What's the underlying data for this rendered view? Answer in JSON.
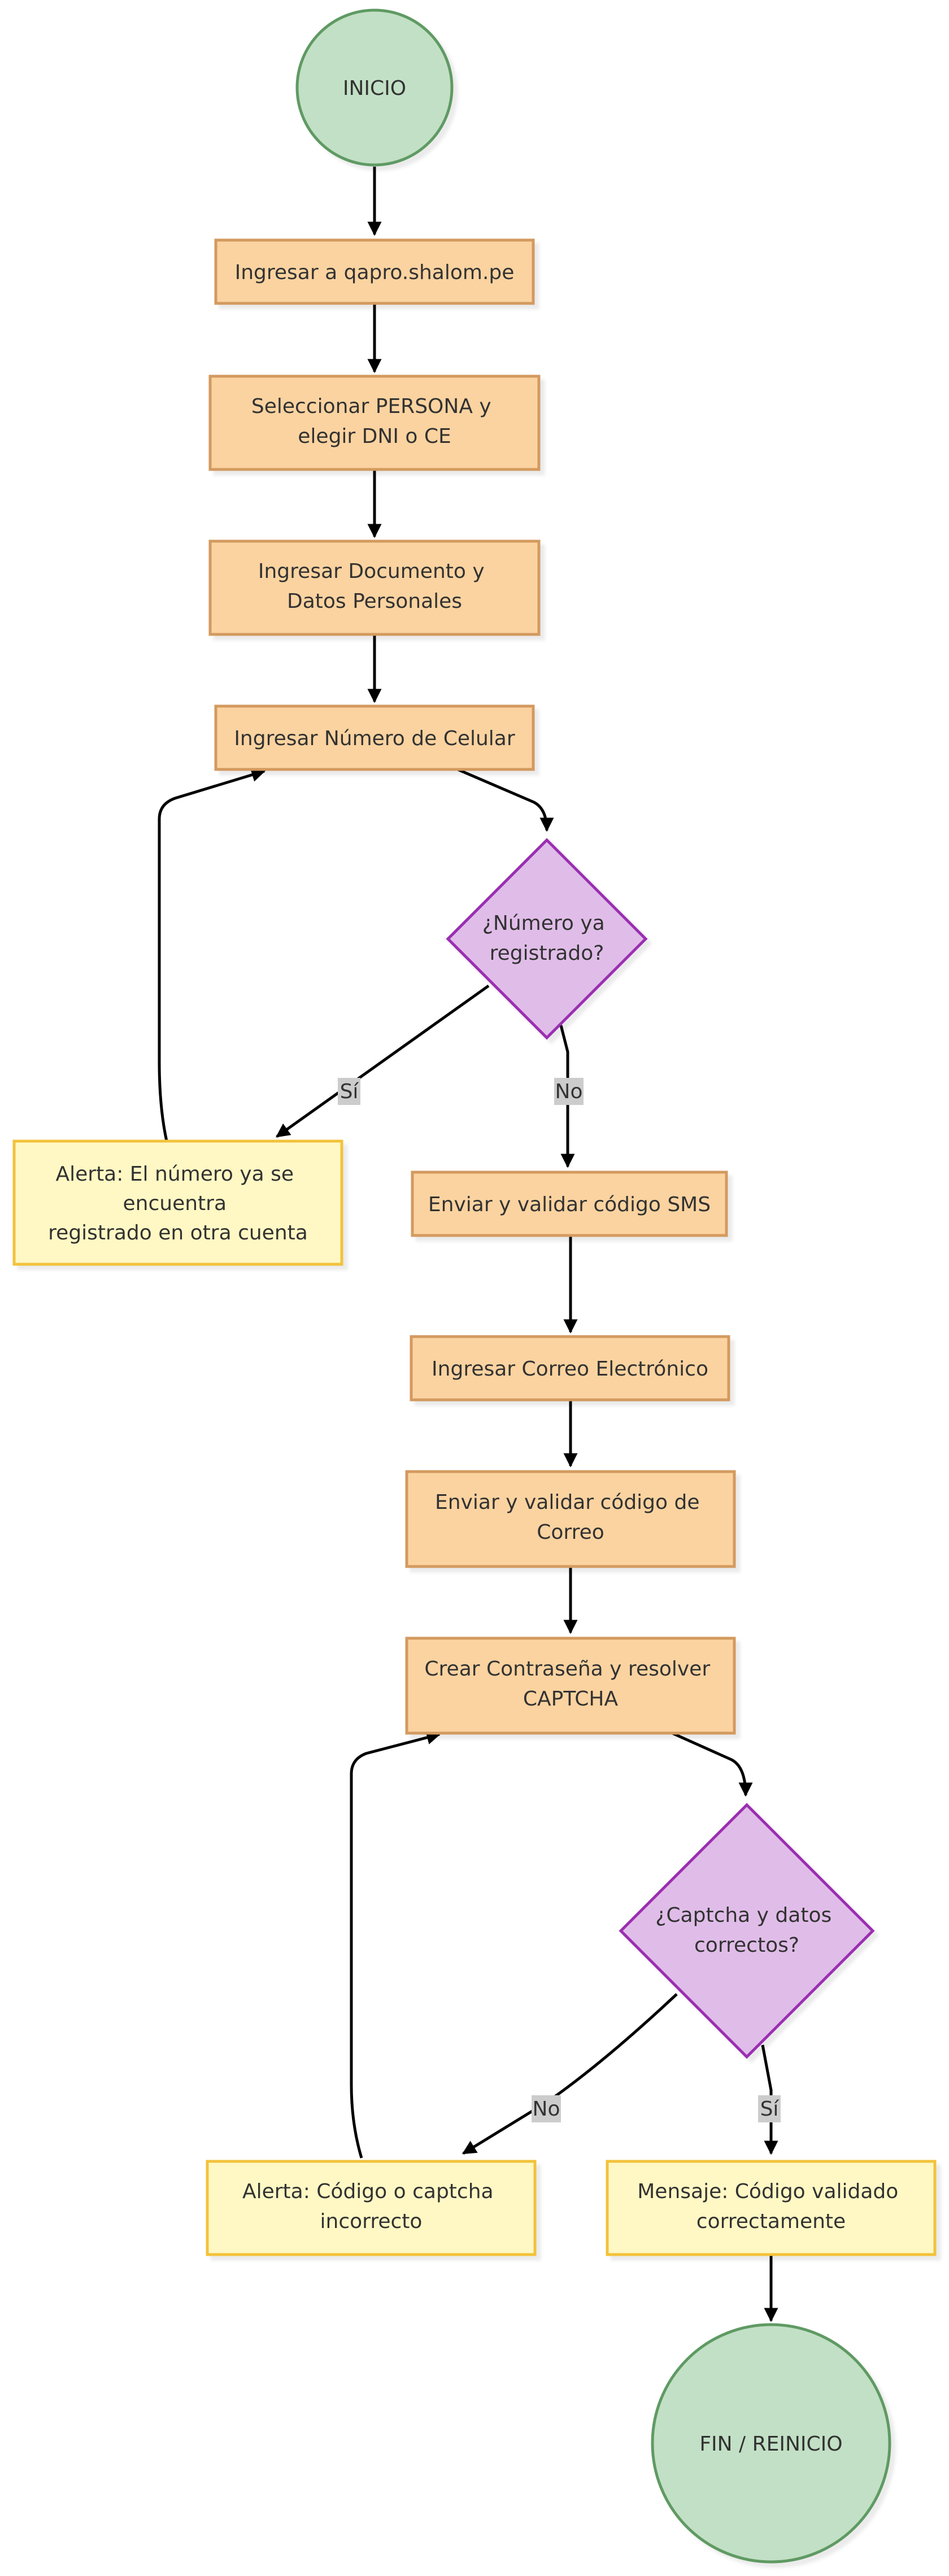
{
  "colors": {
    "terminal_fill": "#c2e0c5",
    "terminal_stroke": "#5f9a63",
    "process_fill": "#fbd3a0",
    "process_stroke": "#d39a5e",
    "decision_fill": "#e0bde8",
    "decision_stroke": "#9b2fb2",
    "alert_fill": "#fff8c4",
    "alert_stroke": "#f2c23a",
    "edge_label_bg": "#cccccc",
    "edge": "#000000"
  },
  "nodes": {
    "inicio": {
      "label": [
        "INICIO"
      ]
    },
    "ingresar_url": {
      "label": [
        "Ingresar a qapro.shalom.pe"
      ]
    },
    "seleccionar_persona": {
      "label": [
        "Seleccionar PERSONA y",
        "elegir DNI o CE"
      ]
    },
    "ingresar_documento": {
      "label": [
        "Ingresar Documento y",
        "Datos Personales"
      ]
    },
    "ingresar_celular": {
      "label": [
        "Ingresar Número de Celular"
      ]
    },
    "numero_registrado": {
      "label": [
        "¿Número ya",
        "registrado?"
      ]
    },
    "alerta_numero": {
      "label": [
        "Alerta: El número ya se",
        "encuentra",
        "registrado en otra cuenta"
      ]
    },
    "validar_sms": {
      "label": [
        "Enviar y validar código SMS"
      ]
    },
    "ingresar_correo": {
      "label": [
        "Ingresar Correo Electrónico"
      ]
    },
    "validar_correo": {
      "label": [
        "Enviar y validar código de",
        "Correo"
      ]
    },
    "crear_contrasena": {
      "label": [
        "Crear Contraseña y resolver",
        "CAPTCHA"
      ]
    },
    "captcha_correcto": {
      "label": [
        "¿Captcha y datos",
        "correctos?"
      ]
    },
    "alerta_codigo": {
      "label": [
        "Alerta: Código o captcha",
        "incorrecto"
      ]
    },
    "mensaje_validado": {
      "label": [
        "Mensaje: Código validado",
        "correctamente"
      ]
    },
    "fin": {
      "label": [
        "FIN / REINICIO"
      ]
    }
  },
  "edge_labels": {
    "numero_si": "Sí",
    "numero_no": "No",
    "captcha_no": "No",
    "captcha_si": "Sí"
  }
}
